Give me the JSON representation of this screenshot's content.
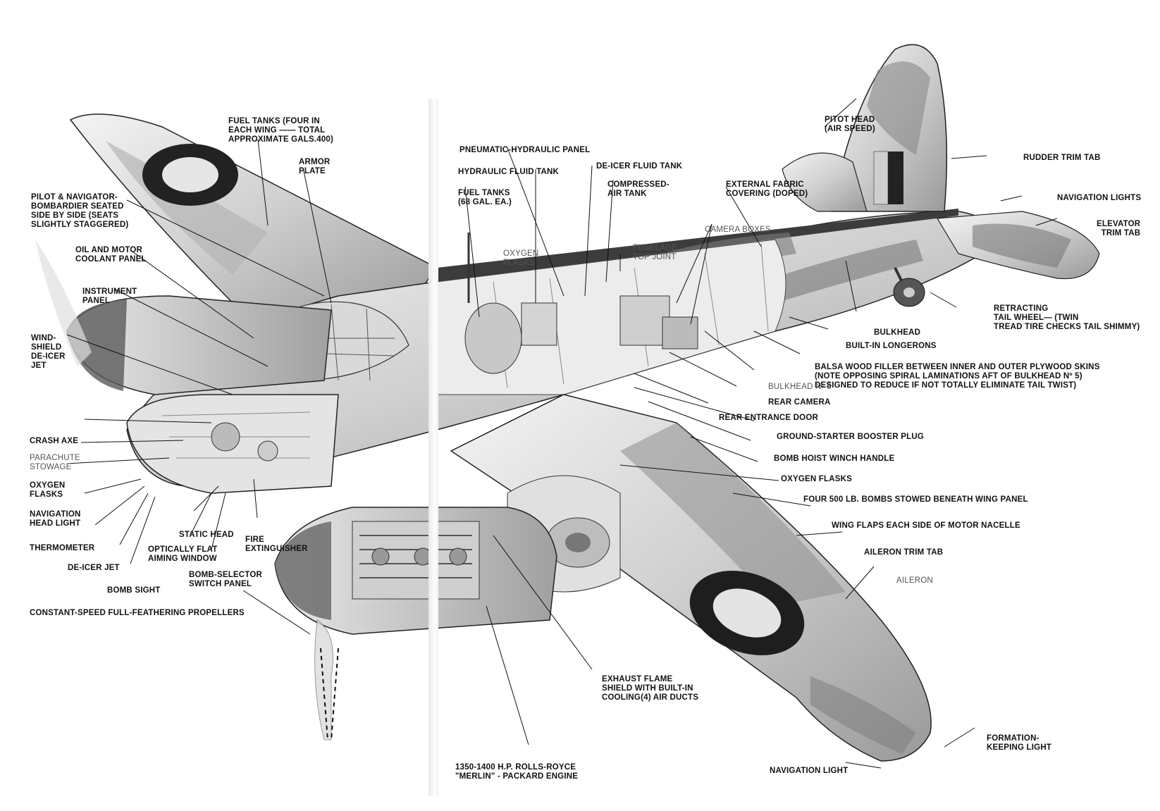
{
  "labels": {
    "fuel_tanks_wing": "FUEL TANKS (FOUR IN\nEACH WING —— TOTAL\nAPPROXIMATE GALS.400)",
    "armor_plate": "ARMOR\nPLATE",
    "pilot_navigator": "PILOT & NAVIGATOR-\nBOMBARDIER SEATED\nSIDE BY SIDE (SEATS\nSLIGHTLY STAGGERED)",
    "oil_motor": "OIL AND MOTOR\nCOOLANT PANEL",
    "instrument_panel": "INSTRUMENT\nPANEL",
    "windshield": "WIND-\nSHIELD\nDE-ICER\nJET",
    "crash_axe": "CRASH AXE",
    "parachute": "PARACHUTE\nSTOWAGE",
    "oxygen_flasks_left": "OXYGEN\nFLASKS",
    "nav_head_light": "NAVIGATION\nHEAD LIGHT",
    "thermometer": "THERMOMETER",
    "de_icer_jet": "DE-ICER JET",
    "bomb_sight": "BOMB SIGHT",
    "static_head": "STATIC HEAD",
    "optically_flat": "OPTICALLY FLAT\nAIMING WINDOW",
    "fire_ext": "FIRE\nEXTINGUISHER",
    "bomb_selector": "BOMB-SELECTOR\nSWITCH PANEL",
    "propellers": "CONSTANT-SPEED FULL-FEATHERING PROPELLERS",
    "pneumatic": "PNEUMATIC-HYDRAULIC PANEL",
    "hydraulic_tank": "HYDRAULIC FLUID TANK",
    "deicer_tank": "DE-ICER FLUID TANK",
    "fuel_tanks_fus": "FUEL TANKS\n(68 GAL. EA.)",
    "compressed_air": "COMPRESSED-\nAIR TANK",
    "oxygen_flasks_mid": "OXYGEN\nFLASKS",
    "fuselage_joint": "FUSELAGE\nTOP JOINT",
    "external_fabric": "EXTERNAL FABRIC\nCOVERING (DOPED)",
    "camera_boxes": "CAMERA BOXES",
    "pitot_head": "PITOT HEAD\n(AIR SPEED)",
    "rudder_trim": "RUDDER TRIM TAB",
    "nav_lights": "NAVIGATION LIGHTS",
    "elevator_trim": "ELEVATOR\nTRIM TAB",
    "retracting": "RETRACTING\nTAIL WHEEL— (TWIN\nTREAD TIRE CHECKS TAIL SHIMMY)",
    "bulkhead": "BULKHEAD",
    "longerons": "BUILT-IN LONGERONS",
    "balsa": "BALSA WOOD FILLER BETWEEN INNER AND OUTER PLYWOOD SKINS\n(NOTE OPPOSING SPIRAL LAMINATIONS AFT OF BULKHEAD Nº 5)\nDESIGNED TO REDUCE IF NOT TOTALLY ELIMINATE TAIL TWIST)",
    "bulkhead5": "BULKHEAD Nº 5",
    "rear_camera": "REAR CAMERA",
    "rear_door": "REAR ENTRANCE DOOR",
    "ground_starter": "GROUND-STARTER BOOSTER PLUG",
    "bomb_hoist": "BOMB HOIST WINCH HANDLE",
    "oxygen_flasks_right": "OXYGEN FLASKS",
    "four_bombs": "FOUR 500 LB. BOMBS STOWED BENEATH WING PANEL",
    "wing_flaps": "WING FLAPS EACH SIDE OF MOTOR NACELLE",
    "aileron_trim": "AILERON TRIM TAB",
    "aileron": "AILERON",
    "exhaust": "EXHAUST FLAME\nSHIELD WITH BUILT-IN\nCOOLING(4) AIR DUCTS",
    "engine": "1350-1400 H.P. ROLLS-ROYCE\n\"MERLIN\" - PACKARD ENGINE",
    "formation": "FORMATION-\nKEEPING LIGHT",
    "nav_light": "NAVIGATION LIGHT"
  }
}
